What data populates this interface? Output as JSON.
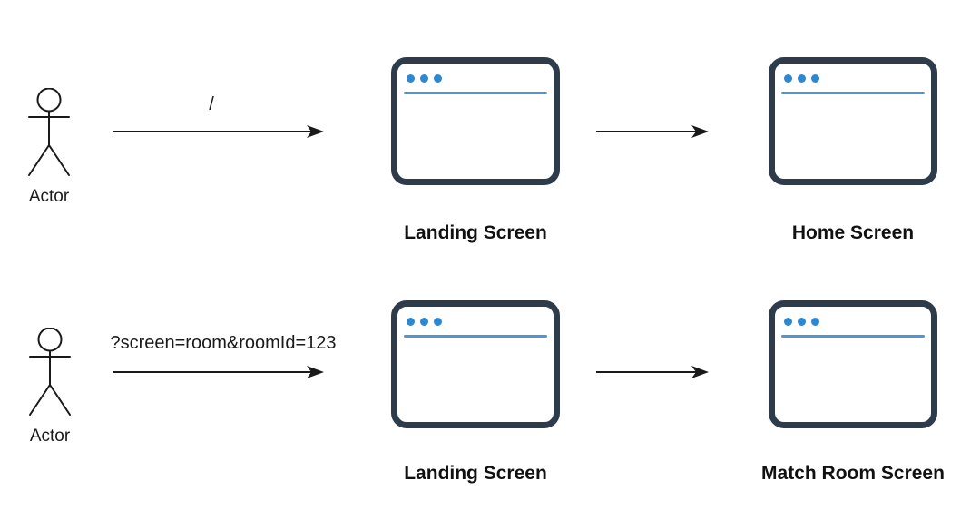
{
  "diagram": {
    "background": "#ffffff",
    "colors": {
      "window_border": "#2d3b4a",
      "window_dots": "#2e87d1",
      "window_titlebar_line": "#4d97d5",
      "stroke": "#1a1a1a",
      "label_text": "#111111"
    },
    "icons": {
      "actor": "stick-figure-icon",
      "screen": "browser-window-icon",
      "transition": "right-arrow-icon"
    },
    "rows": [
      {
        "actor_label": "Actor",
        "request_label": "/",
        "screens": [
          {
            "label": "Landing Screen"
          },
          {
            "label": "Home Screen"
          }
        ]
      },
      {
        "actor_label": "Actor",
        "request_label": "?screen=room&roomId=123",
        "screens": [
          {
            "label": "Landing Screen"
          },
          {
            "label": "Match Room Screen"
          }
        ]
      }
    ]
  }
}
